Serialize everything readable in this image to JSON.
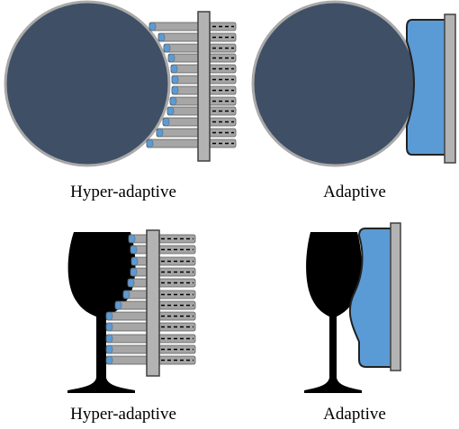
{
  "colors": {
    "disc_fill": "#3f4f66",
    "disc_stroke": "#a9a9a9",
    "glass_fill": "#000000",
    "pin_fill": "#a6a6a6",
    "pin_stroke": "#5a5a5a",
    "pin_tip": "#5b9bd5",
    "plate_fill": "#b3b3b3",
    "plate_stroke": "#404040",
    "pad_fill": "#5b9bd5",
    "pad_stroke": "#222222"
  },
  "panels": [
    {
      "caption": "Hyper-adaptive",
      "object": "disc",
      "gripper": "pins"
    },
    {
      "caption": "Adaptive",
      "object": "disc",
      "gripper": "pad"
    },
    {
      "caption": "Hyper-adaptive",
      "object": "glass",
      "gripper": "pins"
    },
    {
      "caption": "Adaptive",
      "object": "glass",
      "gripper": "pad"
    }
  ]
}
